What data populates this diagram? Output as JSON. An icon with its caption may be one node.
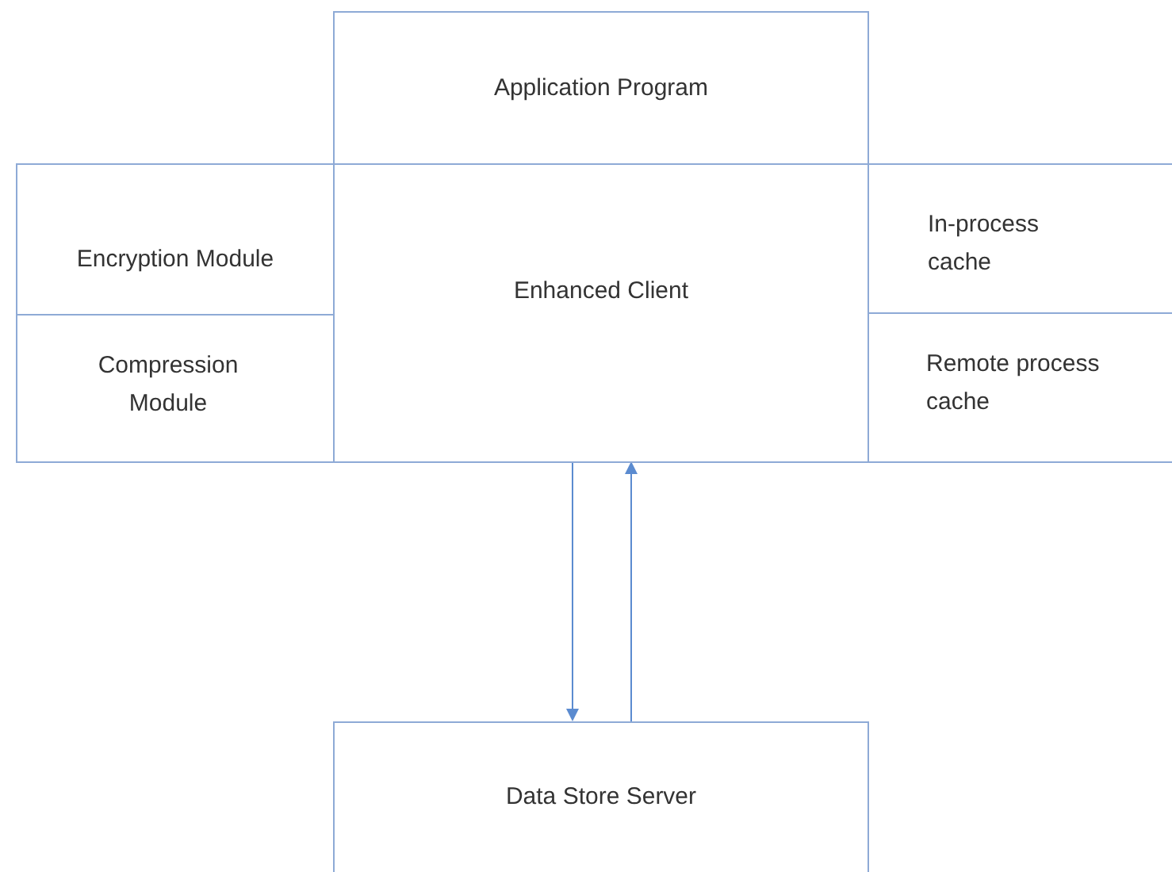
{
  "diagram": {
    "nodes": [
      {
        "text": [
          "Application Program"
        ]
      },
      {
        "text": [
          "Encryption Module"
        ]
      },
      {
        "text": [
          "Enhanced Client"
        ]
      },
      {
        "text": [
          "In-process cache"
        ]
      },
      {
        "text": [
          "Compression Module"
        ]
      },
      {
        "text": [
          "Remote process cache"
        ]
      },
      {
        "text": [
          "Data Store Server"
        ]
      }
    ],
    "edges": [
      {
        "from": 2,
        "to": 6,
        "arrow": "to"
      },
      {
        "from": 6,
        "to": 2,
        "arrow": "to"
      }
    ]
  }
}
